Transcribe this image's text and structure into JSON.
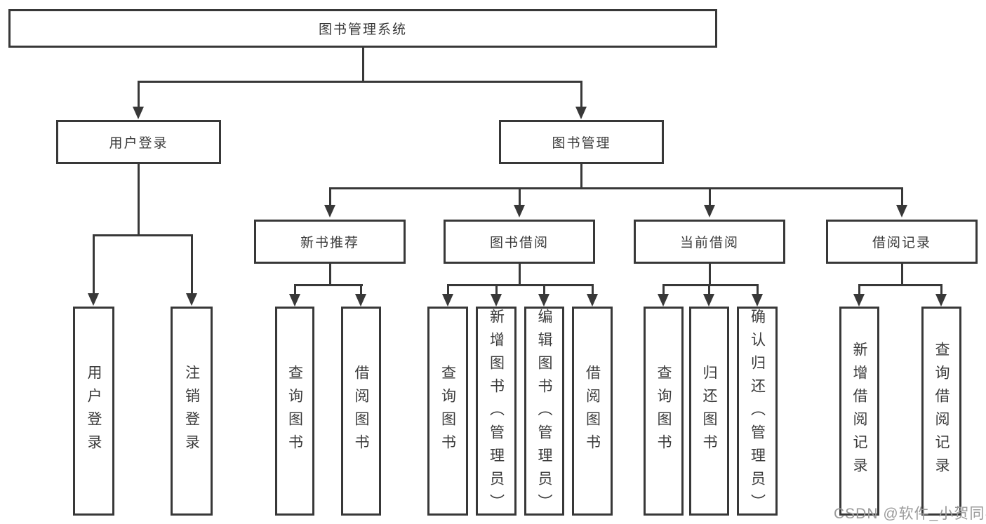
{
  "tree": {
    "label": "图书管理系统",
    "children": [
      {
        "label": "用户登录",
        "children": [
          {
            "label": "用户登录"
          },
          {
            "label": "注销登录"
          }
        ]
      },
      {
        "label": "图书管理",
        "children": [
          {
            "label": "新书推荐",
            "children": [
              {
                "label": "查询图书"
              },
              {
                "label": "借阅图书"
              }
            ]
          },
          {
            "label": "图书借阅",
            "children": [
              {
                "label": "查询图书"
              },
              {
                "label": "新增图书（管理员）"
              },
              {
                "label": "编辑图书（管理员）"
              },
              {
                "label": "借阅图书"
              }
            ]
          },
          {
            "label": "当前借阅",
            "children": [
              {
                "label": "查询图书"
              },
              {
                "label": "归还图书"
              },
              {
                "label": "确认归还（管理员）"
              }
            ]
          },
          {
            "label": "借阅记录",
            "children": [
              {
                "label": "新增借阅记录"
              },
              {
                "label": "查询借阅记录"
              }
            ]
          }
        ]
      }
    ]
  },
  "watermark": {
    "text": "CSDN @软件_小贺同学"
  },
  "colors": {
    "line": "#383838",
    "text": "#3a3a3a",
    "background": "#ffffff",
    "watermark": "#9a9a9a"
  }
}
